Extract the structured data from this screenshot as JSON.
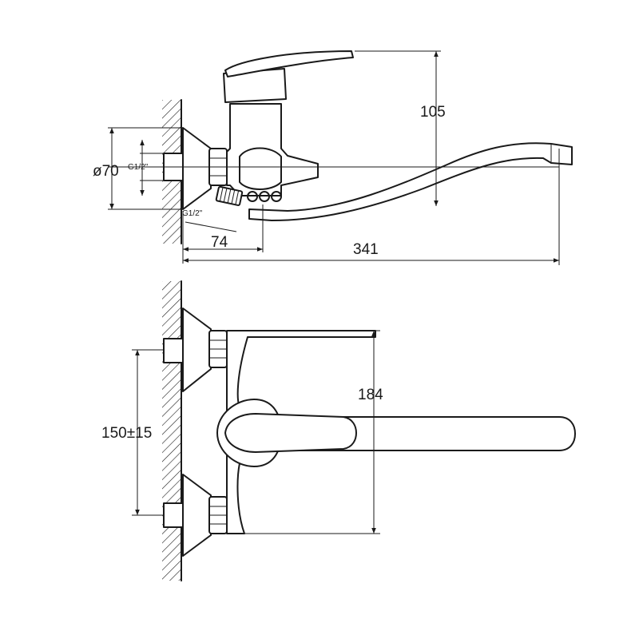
{
  "side_view": {
    "dim_height": "105",
    "dim_diameter": "ø70",
    "thread_upper": "G1/2\"",
    "thread_lower": "G1/2\"",
    "dim_offset": "74",
    "dim_length": "341"
  },
  "top_view": {
    "dim_spread": "184",
    "dim_centers": "150±15"
  }
}
